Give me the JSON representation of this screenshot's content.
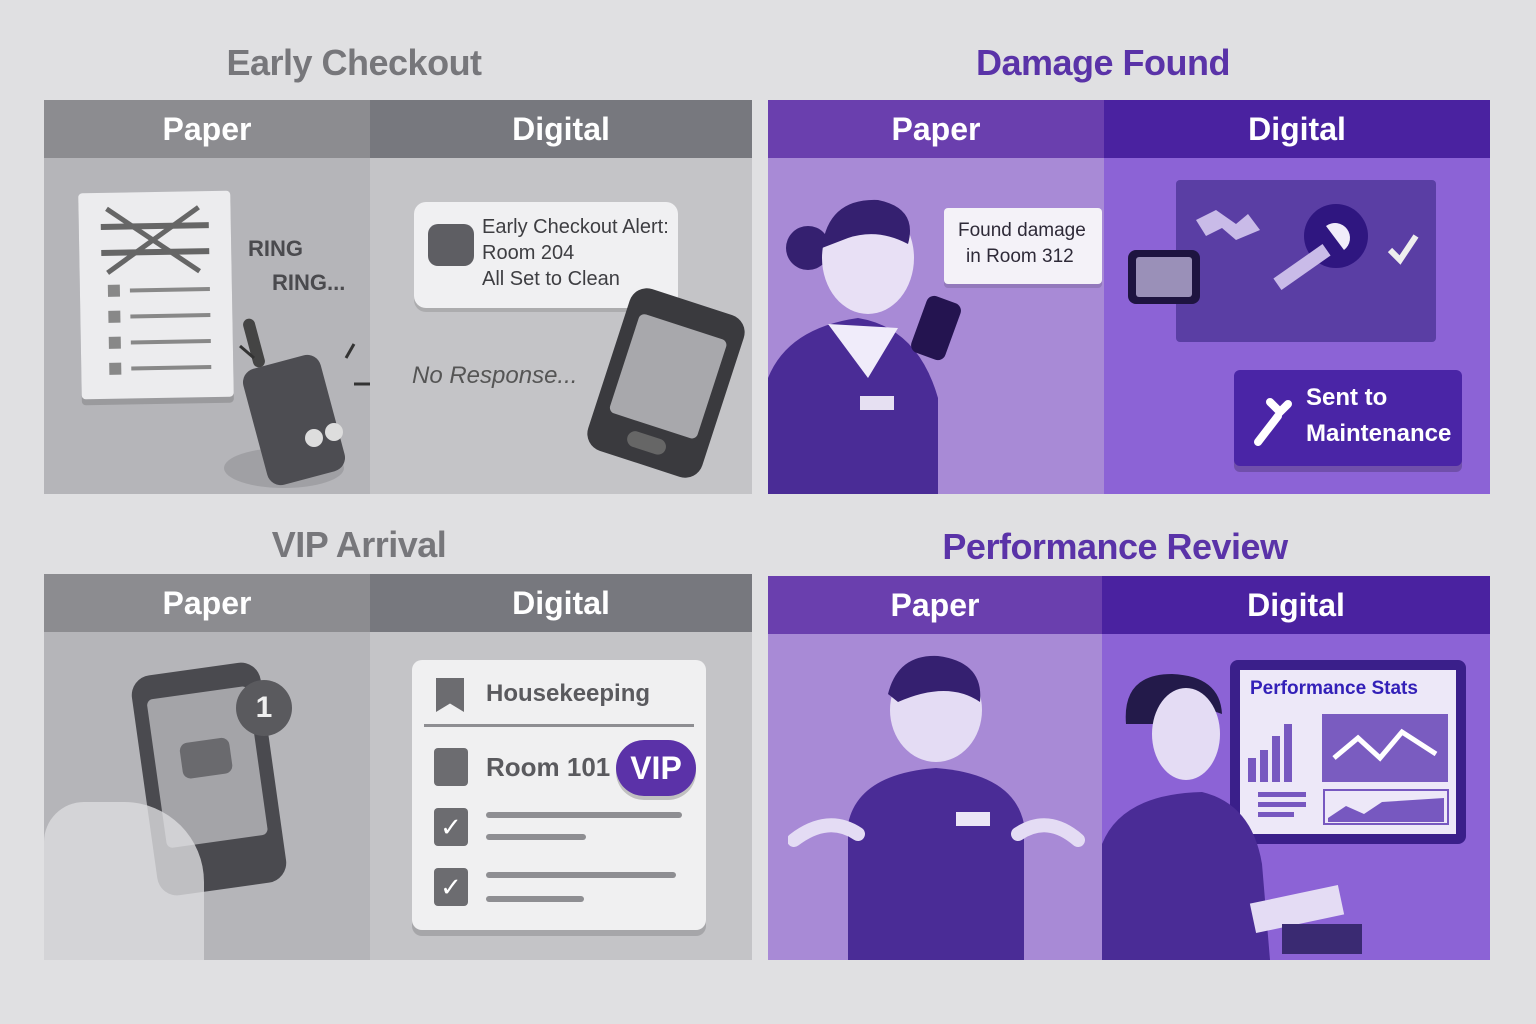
{
  "quadrants": [
    {
      "title": "Early Checkout",
      "title_color": "#77777b",
      "paper_label": "Paper",
      "digital_label": "Digital",
      "paper": {
        "sound_text_1": "RING",
        "sound_text_2": "RING..."
      },
      "digital": {
        "alert_line_1": "Early Checkout Alert:",
        "alert_line_2": "Room 204",
        "alert_line_3": "All Set to Clean",
        "status_text": "No Response..."
      }
    },
    {
      "title": "Damage Found",
      "title_color": "#5a33a8",
      "paper_label": "Paper",
      "digital_label": "Digital",
      "paper": {
        "speech_line_1": "Found damage",
        "speech_line_2": "in Room 312"
      },
      "digital": {
        "status_line_1": "Sent to",
        "status_line_2": "Maintenance"
      }
    },
    {
      "title": "VIP Arrival",
      "title_color": "#77777b",
      "paper_label": "Paper",
      "digital_label": "Digital",
      "paper": {
        "notification_count": "1"
      },
      "digital": {
        "card_title": "Housekeeping",
        "room_label": "Room 101",
        "badge_label": "VIP",
        "badge_color": "#5b32a8"
      }
    },
    {
      "title": "Performance Review",
      "title_color": "#5a33a8",
      "paper_label": "Paper",
      "digital_label": "Digital",
      "digital": {
        "screen_title": "Performance Stats"
      }
    }
  ]
}
